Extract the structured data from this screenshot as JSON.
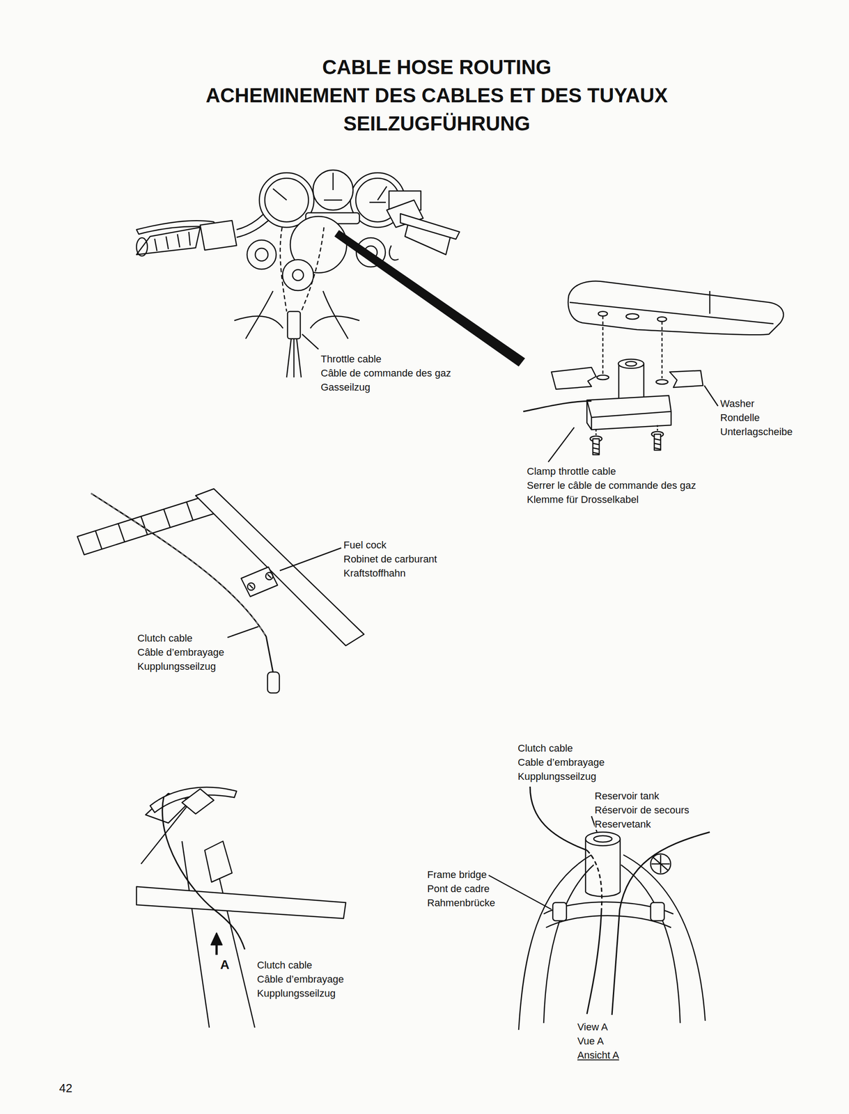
{
  "diagram": {
    "title": "CABLE HOSE ROUTING",
    "labels": [
      "ACHEMINEMENT DES CABLES ET DES TUYAUX",
      "SEILZUGFÜHRUNG",
      "Throttle cable",
      "Câble de commande des gaz",
      "Gasseilzug",
      "Washer",
      "Rondelle",
      "Unterlagscheibe",
      "Clamp throttle cable",
      "Serrer le câble de commande des gaz",
      "Klemme für Drosselkabel",
      "Fuel cock",
      "Robinet de carburant",
      "Kraftstoffhahn",
      "Clutch cable",
      "Câble d’embrayage",
      "Kupplungsseilzug",
      "Clutch cable",
      "Cable d’embrayage",
      "Kupplungsseilzug",
      "Reservoir tank",
      "Réservoir de secours",
      "Reservetank",
      "Frame bridge",
      "Pont de cadre",
      "Rahmenbrücke",
      "A",
      "Clutch cable",
      "Câble d’embrayage",
      "Kupplungsseilzug",
      "View A",
      "Vue A",
      "Ansicht A",
      "42"
    ]
  }
}
